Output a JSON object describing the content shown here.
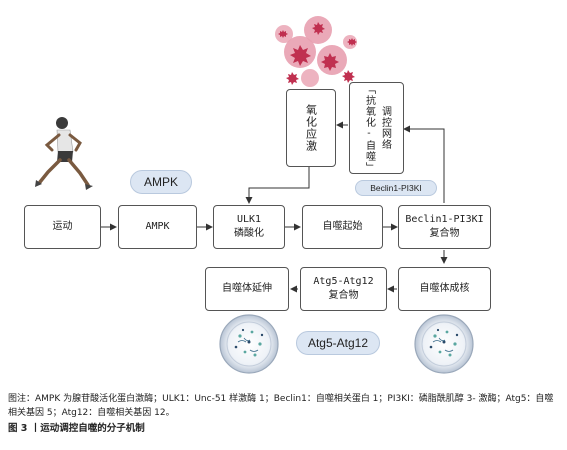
{
  "diagram": {
    "boxes": {
      "exercise": "运动",
      "ampk": "AMPK",
      "ulk1": "ULK1\n磷酸化",
      "autophagy_start": "自噬起始",
      "beclin_complex": "Beclin1-PI3KI\n复合物",
      "autophagosome_nucleation": "自噬体成核",
      "atg_complex": "Atg5-Atg12\n复合物",
      "autophagosome_elongation": "自噬体延伸",
      "oxidative_stress": "氧化应激",
      "regulatory_network": "调控网络",
      "anti_oxidation": "「抗氧化-自噬」"
    },
    "pills": {
      "ampk": "AMPK",
      "beclin": "Beclin1-PI3KI",
      "atg": "Atg5-Atg12"
    },
    "colors": {
      "pill_bg": "#dce6f3",
      "cell_pink": "#e8a0b0",
      "cell_red": "#c03050",
      "runner_shirt": "#e6e6e6",
      "runner_shorts": "#3a3a3a"
    },
    "icons": [
      "runner-figure",
      "damaged-cells-cluster",
      "autophagosome-vesicle"
    ]
  },
  "caption": {
    "note": "图注：AMPK 为腺苷酸活化蛋白激酶；ULK1：Unc-51 样激酶 1；Beclin1：自噬相关蛋白 1；PI3KI：磷脂酰肌醇 3- 激酶；Atg5：自噬相关基因 5；Atg12：自噬相关基因 12。",
    "title": "图 3 丨运动调控自噬的分子机制"
  }
}
